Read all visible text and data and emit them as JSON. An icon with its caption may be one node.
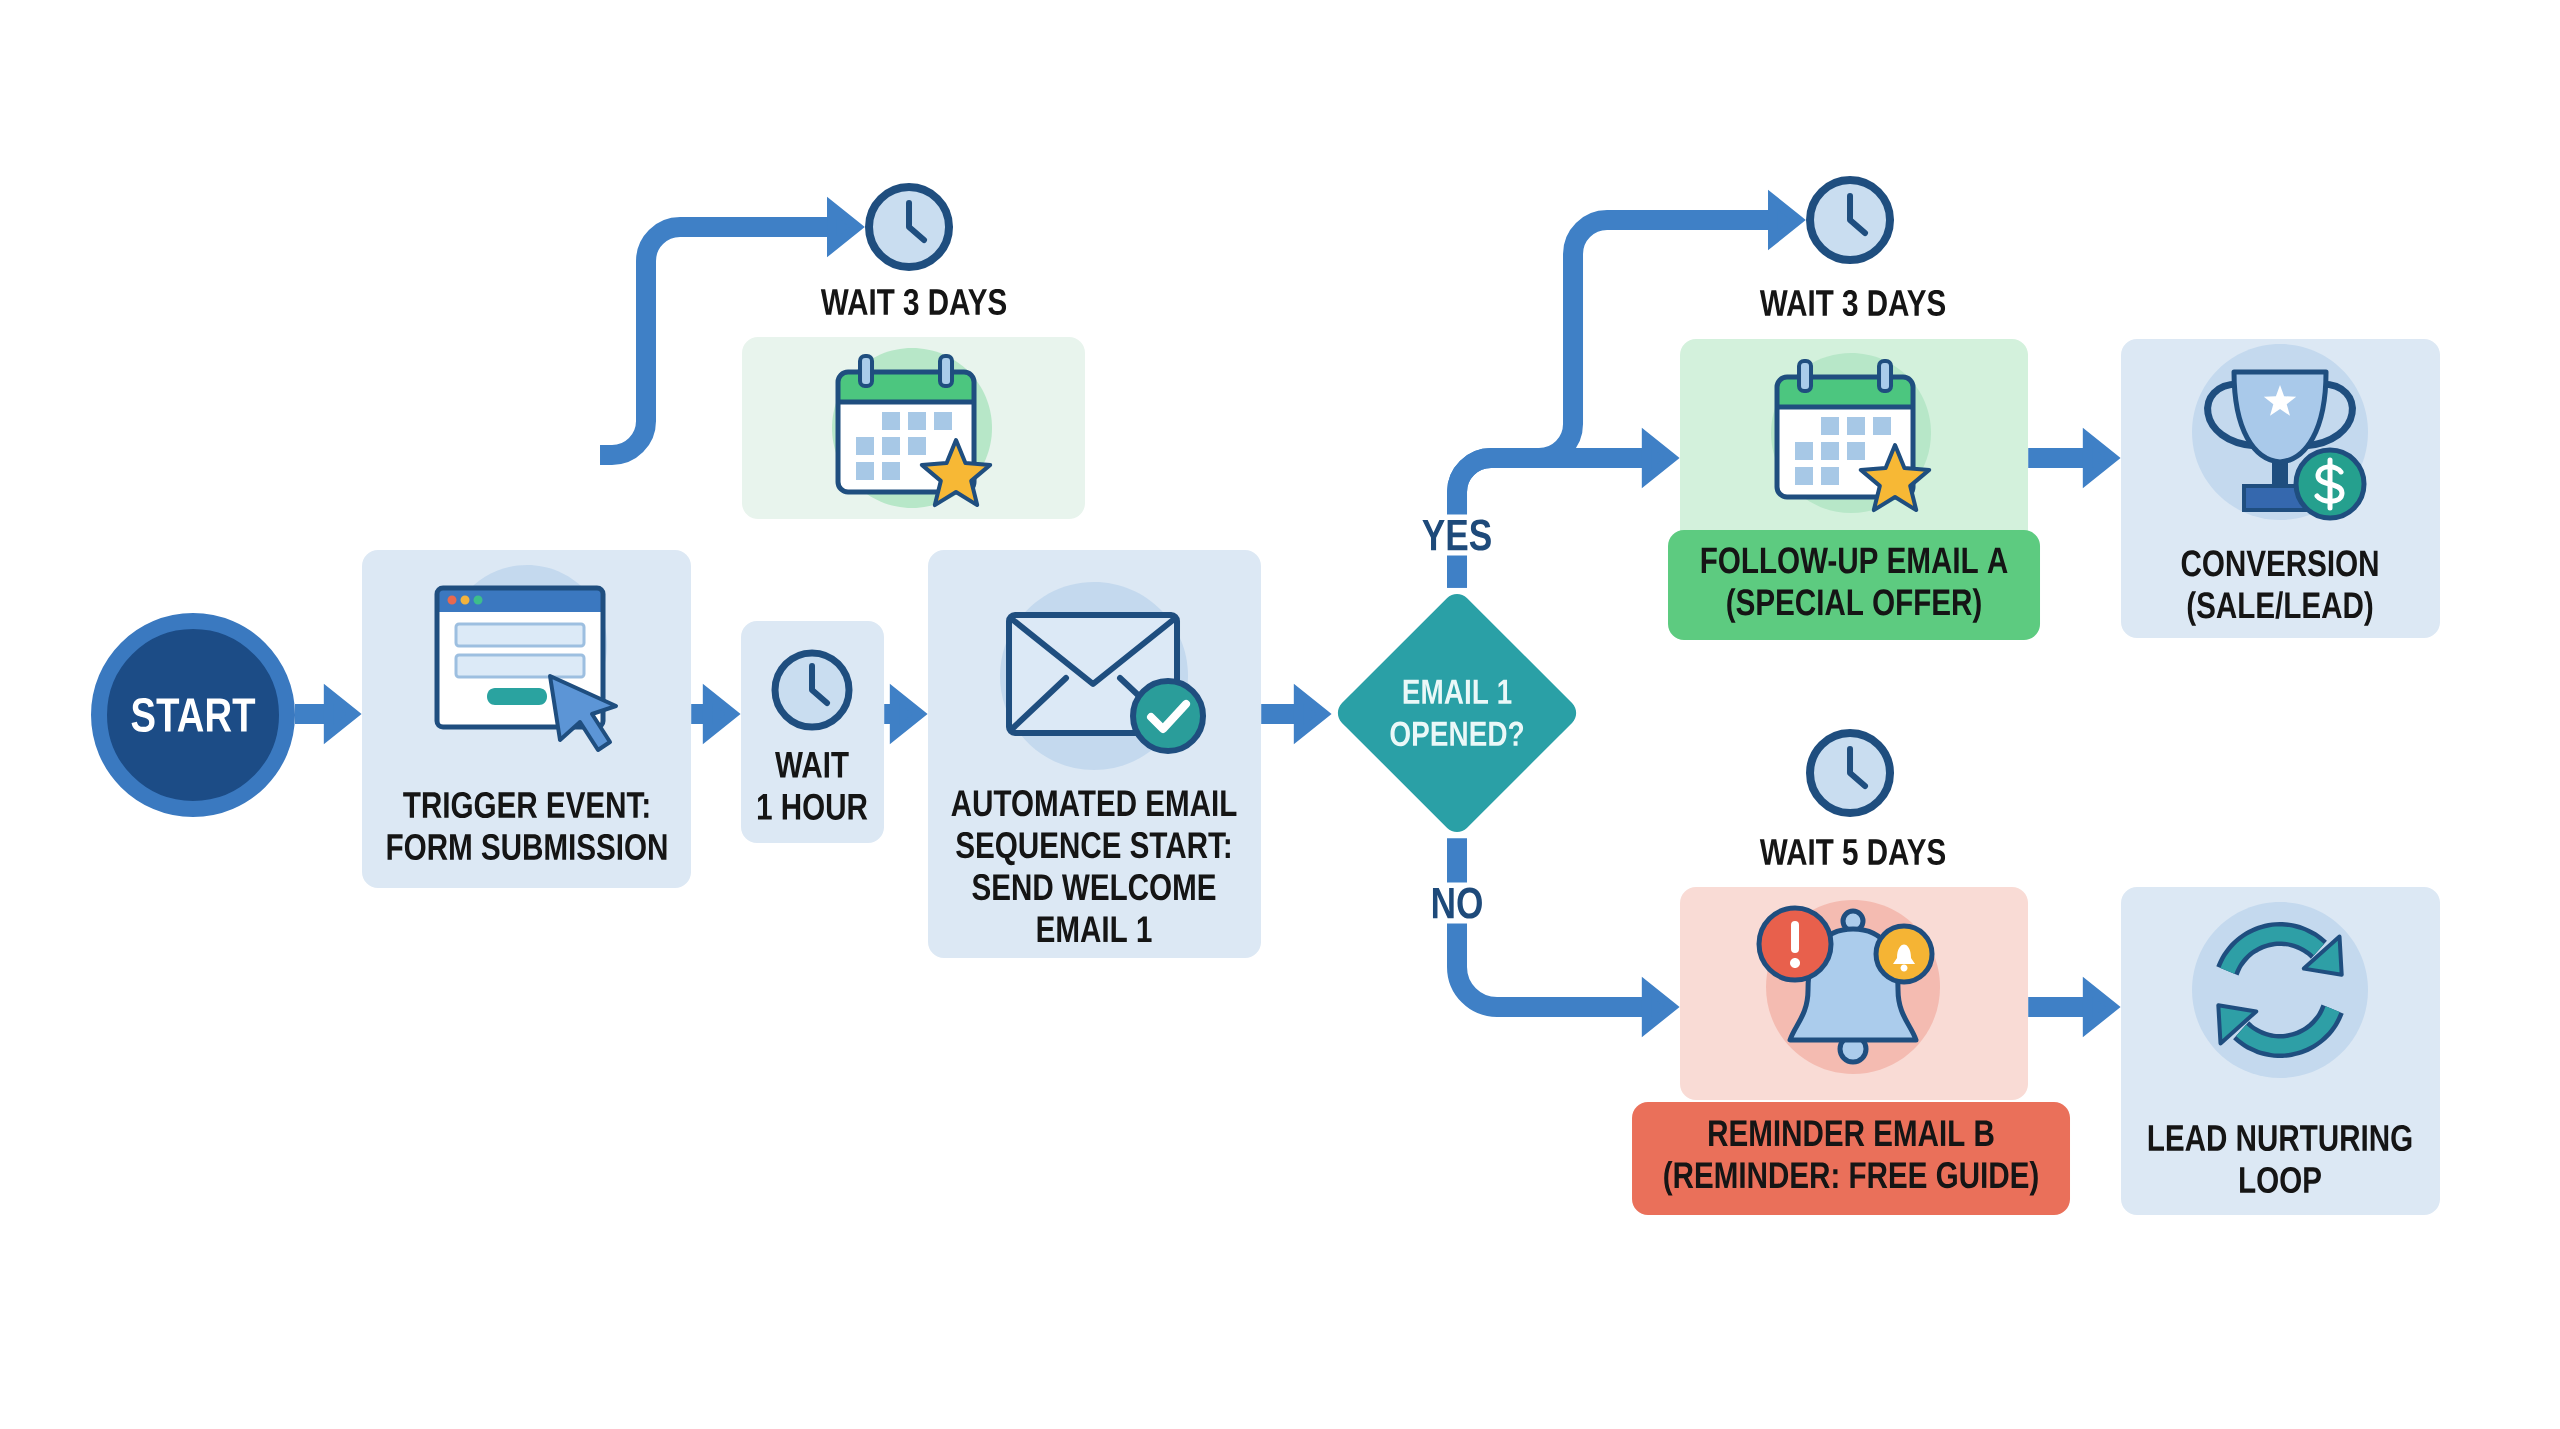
{
  "diagram": {
    "nodes": [
      {
        "text": [
          "START"
        ]
      },
      {
        "text": [
          "TRIGGER EVENT: FORM SUBMISSION"
        ]
      },
      {
        "text": [
          "WAIT 1 HOUR"
        ]
      },
      {
        "text": [
          "AUTOMATED EMAIL SEQUENCE START: SEND WELCOME EMAIL 1"
        ]
      },
      {
        "text": [
          "EMAIL 1 OPENED?"
        ]
      },
      {
        "text": [],
        "shape": "picture",
        "beside": [
          "WAIT 3 DAYS"
        ]
      },
      {
        "text": [],
        "shape": "box"
      },
      {
        "text": [],
        "shape": "picture",
        "beside": [
          "WAIT 3 DAYS"
        ]
      },
      {
        "text": [
          "FOLLOW-UP EMAIL A (SPECIAL OFFER)"
        ]
      },
      {
        "text": [
          "CONVERSION (SALE/LEAD)"
        ]
      },
      {
        "text": [],
        "shape": "picture",
        "beside": [
          "WAIT 5 DAYS"
        ]
      },
      {
        "text": [
          "REMINDER EMAIL B (REMINDER: FREE GUIDE)"
        ]
      },
      {
        "text": [
          "LEAD NURTURING LOOP"
        ]
      }
    ],
    "edges": [
      {
        "from": 0,
        "to": 1,
        "arrow": "to"
      },
      {
        "from": 1,
        "to": 2,
        "arrow": "to"
      },
      {
        "from": 2,
        "to": 3,
        "arrow": "to"
      },
      {
        "from": 3,
        "to": 4,
        "arrow": "to"
      },
      {
        "from": 4,
        "to": 7,
        "arrow": "to"
      },
      {
        "from": 4,
        "to": 8,
        "arrow": "to",
        "label": "YES"
      },
      {
        "from": 8,
        "to": 9,
        "arrow": "to"
      },
      {
        "from": 4,
        "to": 11,
        "arrow": "to",
        "label": "NO"
      },
      {
        "from": 11,
        "to": 12,
        "arrow": "to"
      },
      {
        "from": null,
        "to": 5,
        "arrow": "to"
      }
    ]
  }
}
